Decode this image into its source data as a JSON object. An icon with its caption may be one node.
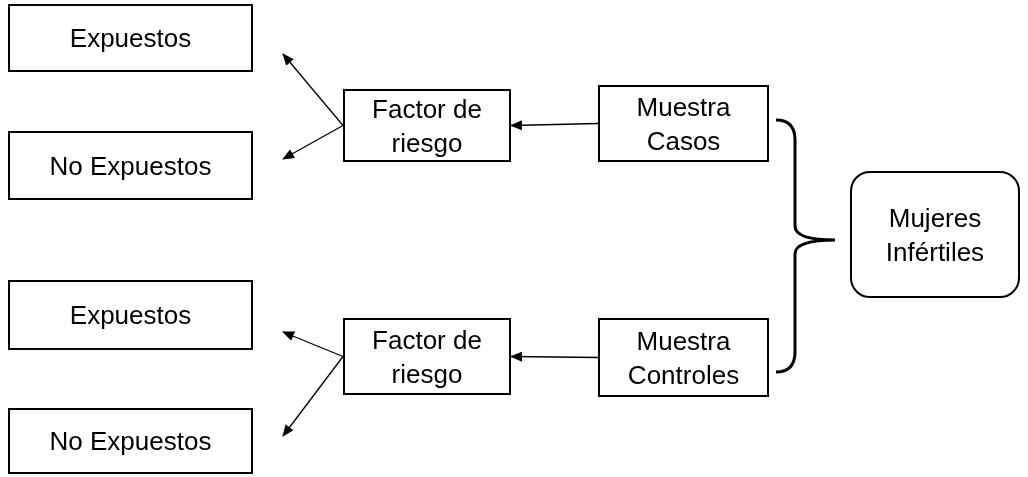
{
  "diagram": {
    "nodes": [
      {
        "text": [
          "Expuestos"
        ]
      },
      {
        "text": [
          "Factor de riesgo"
        ]
      },
      {
        "text": [
          "Muestra Casos"
        ]
      },
      {
        "text": [
          "No Expuestos"
        ]
      },
      {
        "text": [
          "Mujeres Infértiles"
        ]
      },
      {
        "text": [
          "Expuestos"
        ]
      },
      {
        "text": [
          "Factor de riesgo"
        ]
      },
      {
        "text": [
          "Muestra Controles"
        ]
      },
      {
        "text": [
          "No Expuestos"
        ]
      }
    ],
    "edges": [
      {
        "from": 2,
        "to": 1,
        "arrow": "to"
      },
      {
        "from": 1,
        "to": 0,
        "arrow": "to"
      },
      {
        "from": 1,
        "to": 3,
        "arrow": "to"
      },
      {
        "from": 7,
        "to": 6,
        "arrow": "to"
      },
      {
        "from": 6,
        "to": 5,
        "arrow": "to"
      },
      {
        "from": 6,
        "to": 8,
        "arrow": "to"
      }
    ]
  }
}
